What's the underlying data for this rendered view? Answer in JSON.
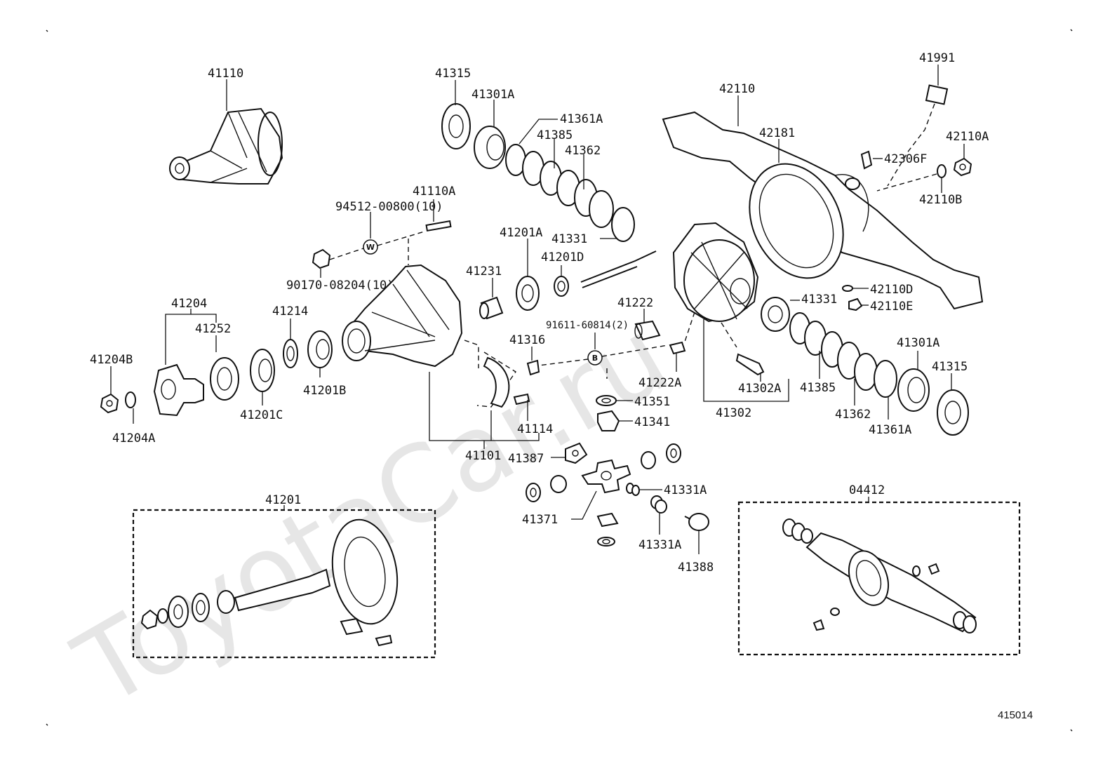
{
  "watermark": "ToyotaCar.ru",
  "diagram_ref": "415014",
  "parts": {
    "p41110": "41110",
    "p41315_top": "41315",
    "p41301A_top": "41301A",
    "p41361A_top": "41361A",
    "p41385_top": "41385",
    "p41362_top": "41362",
    "p41331_top": "41331",
    "p42110": "42110",
    "p41991": "41991",
    "p42181": "42181",
    "p42110A": "42110A",
    "p42306F": "42306F",
    "p42110B": "42110B",
    "p41110A": "41110A",
    "p94512": "94512-00800(10)",
    "p90170": "90170-08204(10)",
    "p41201A_mid": "41201A",
    "p41201D": "41201D",
    "p41231": "41231",
    "p41204": "41204",
    "p41252": "41252",
    "p41214": "41214",
    "p41204B": "41204B",
    "p41204A": "41204A",
    "p41201C": "41201C",
    "p41201B": "41201B",
    "p41222": "41222",
    "p91611": "91611-60814(2)",
    "p41316": "41316",
    "p41222A": "41222A",
    "p42110D": "42110D",
    "p42110E": "42110E",
    "p41331_right": "41331",
    "p41301A_right": "41301A",
    "p41315_right": "41315",
    "p41302A": "41302A",
    "p41385_right": "41385",
    "p41362_right": "41362",
    "p41361A_right": "41361A",
    "p41302": "41302",
    "p41351": "41351",
    "p41341": "41341",
    "p41114": "41114",
    "p41101": "41101",
    "p41387": "41387",
    "p41331A_1": "41331A",
    "p41371": "41371",
    "p41331A_2": "41331A",
    "p41388": "41388",
    "p41201_box": "41201",
    "p04412_box": "04412"
  },
  "badges": {
    "w": "W",
    "b": "B"
  }
}
